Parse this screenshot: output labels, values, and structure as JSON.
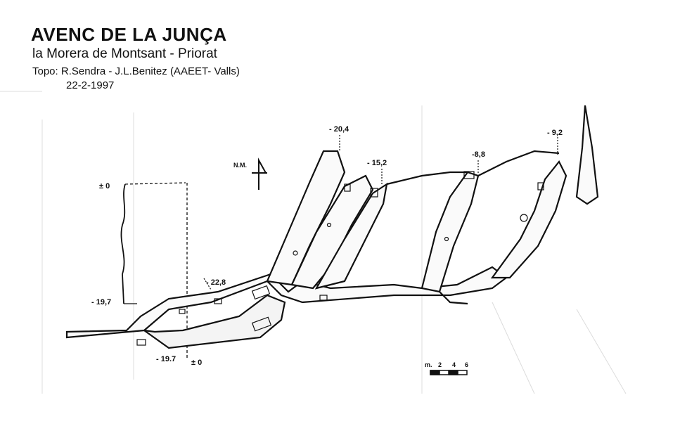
{
  "header": {
    "title": "AVENC DE LA JUNÇA",
    "subtitle": "la Morera de Montsant - Priorat",
    "credits": "Topo: R.Sendra - J.L.Benitez  (AAEET- Valls)",
    "date": "22-2-1997"
  },
  "north_arrow": {
    "label": "N.M."
  },
  "depth_labels": {
    "d_20_4": "- 20,4",
    "d_15_2": "- 15,2",
    "d_8_8": "-8,8",
    "d_9_2": "- 9,2",
    "d_22_8": "- 22,8",
    "d_19_7_bottom": "- 19.7",
    "d_0_bottom": "± 0",
    "profile_top": "± 0",
    "profile_bottom": "- 19,7"
  },
  "scale_bar": {
    "unit": "m.",
    "ticks": [
      "2",
      "4",
      "6"
    ]
  },
  "colors": {
    "ink": "#111111",
    "paper": "#ffffff",
    "faint": "#d8d8d8"
  }
}
